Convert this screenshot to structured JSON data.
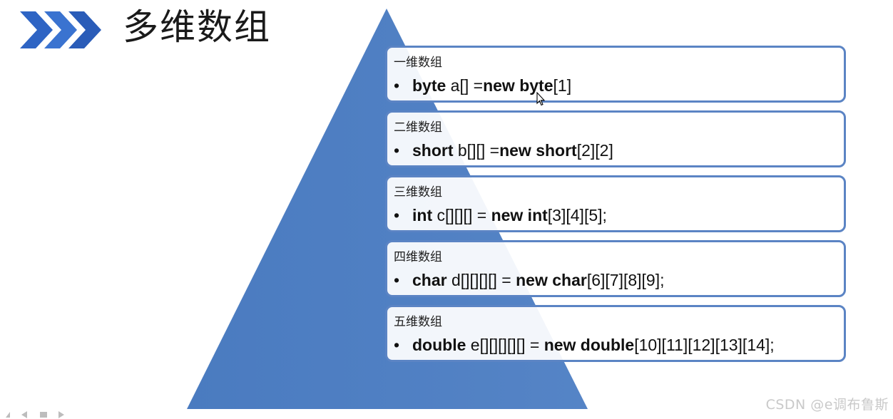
{
  "slide": {
    "title": "多维数组",
    "watermark": "CSDN @e调布鲁斯"
  },
  "colors": {
    "pyramid": "#4f7fc2",
    "chevron": "#2e64c4",
    "card_border": "#5b84c4"
  },
  "cards": [
    {
      "title": "一维数组",
      "bullet": "•",
      "code": [
        {
          "text": "byte",
          "bold": true
        },
        {
          "text": " a[] =",
          "bold": false
        },
        {
          "text": "new byte",
          "bold": true
        },
        {
          "text": "[1]",
          "bold": false
        }
      ]
    },
    {
      "title": "二维数组",
      "bullet": "•",
      "code": [
        {
          "text": "short",
          "bold": true
        },
        {
          "text": " b[][] =",
          "bold": false
        },
        {
          "text": "new short",
          "bold": true
        },
        {
          "text": "[2][2]",
          "bold": false
        }
      ]
    },
    {
      "title": "三维数组",
      "bullet": "•",
      "code": [
        {
          "text": "int",
          "bold": true
        },
        {
          "text": " c[][][] = ",
          "bold": false
        },
        {
          "text": "new int",
          "bold": true
        },
        {
          "text": "[3][4][5];",
          "bold": false
        }
      ]
    },
    {
      "title": "四维数组",
      "bullet": "•",
      "code": [
        {
          "text": "char",
          "bold": true
        },
        {
          "text": " d[][][][] = ",
          "bold": false
        },
        {
          "text": "new char",
          "bold": true
        },
        {
          "text": "[6][7][8][9];",
          "bold": false
        }
      ]
    },
    {
      "title": "五维数组",
      "bullet": "•",
      "code": [
        {
          "text": "double",
          "bold": true
        },
        {
          "text": " e[][][][][] = ",
          "bold": false
        },
        {
          "text": "new double",
          "bold": true
        },
        {
          "text": "[10][11][12][13][14];",
          "bold": false
        }
      ]
    }
  ]
}
